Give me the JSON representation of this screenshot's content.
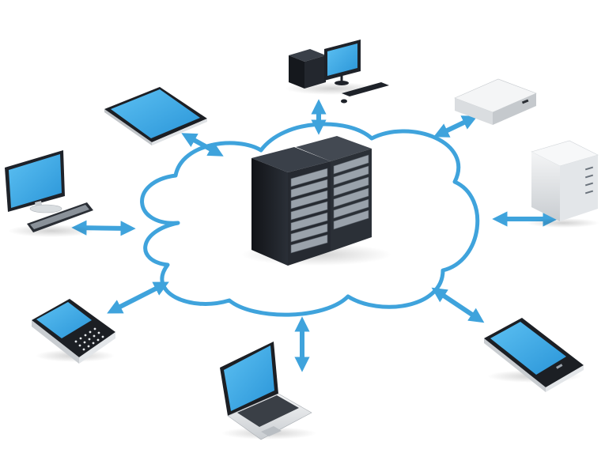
{
  "diagram": {
    "type": "cloud-network",
    "hub": {
      "icon": "server-rack-icon"
    },
    "cloud": {
      "icon": "cloud-outline-icon"
    },
    "colors": {
      "accent": "#3fa3dc",
      "screen": "#35a7e8",
      "server_dark": "#1e2229",
      "device_silver": "#d9dde0",
      "background": "#ffffff"
    },
    "nodes": [
      {
        "id": "desktop-top",
        "icon": "desktop-computer-icon"
      },
      {
        "id": "tablet",
        "icon": "tablet-icon"
      },
      {
        "id": "network-box",
        "icon": "network-appliance-icon"
      },
      {
        "id": "monitor-keyboard",
        "icon": "monitor-keyboard-icon"
      },
      {
        "id": "storage-tower",
        "icon": "storage-tower-icon"
      },
      {
        "id": "blackberry-phone",
        "icon": "qwerty-phone-icon"
      },
      {
        "id": "laptop",
        "icon": "laptop-icon"
      },
      {
        "id": "smartphone",
        "icon": "smartphone-icon"
      }
    ],
    "connection": {
      "icon": "double-arrow-icon",
      "bidirectional": true
    }
  }
}
